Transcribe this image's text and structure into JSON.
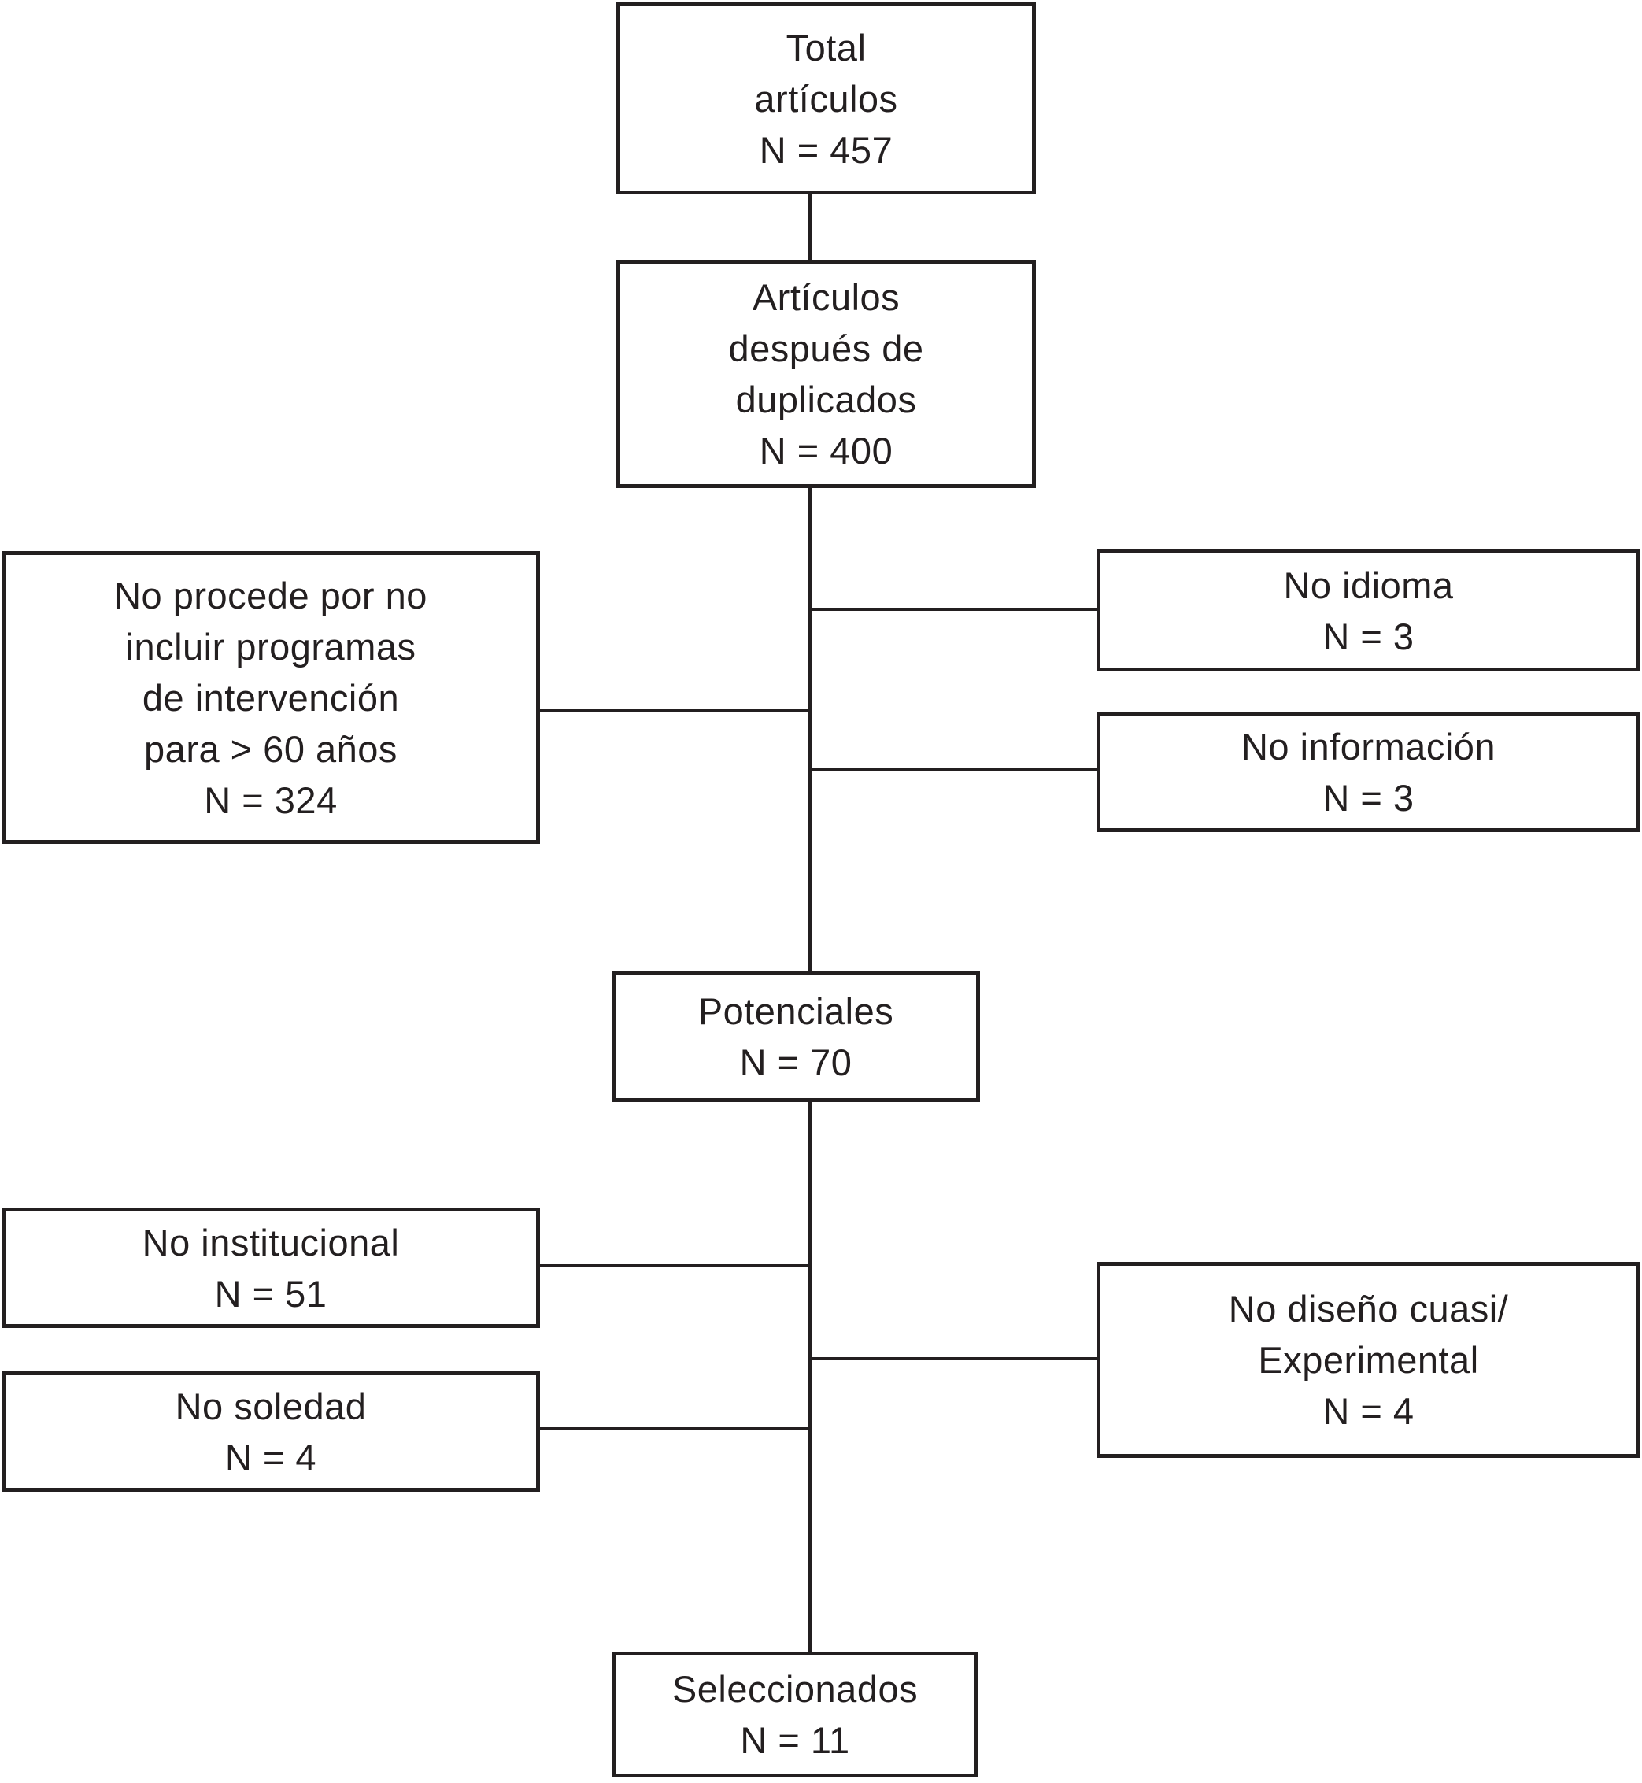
{
  "colors": {
    "ink": "#231f20",
    "background": "#ffffff"
  },
  "boxes": {
    "total": {
      "lines": [
        "Total",
        "artículos",
        "N = 457"
      ]
    },
    "duplicados": {
      "lines": [
        "Artículos",
        "después de",
        "duplicados",
        "N = 400"
      ]
    },
    "no_procede": {
      "lines": [
        "No procede por no",
        "incluir programas",
        "de intervención",
        "para > 60 años",
        "N = 324"
      ]
    },
    "no_idioma": {
      "lines": [
        "No idioma",
        "N = 3"
      ]
    },
    "no_informacion": {
      "lines": [
        "No información",
        "N = 3"
      ]
    },
    "potenciales": {
      "lines": [
        "Potenciales",
        "N = 70"
      ]
    },
    "no_institucional": {
      "lines": [
        "No institucional",
        "N = 51"
      ]
    },
    "no_soledad": {
      "lines": [
        "No soledad",
        "N = 4"
      ]
    },
    "no_diseno": {
      "lines": [
        "No diseño cuasi/",
        "Experimental",
        "N = 4"
      ]
    },
    "seleccionados": {
      "lines": [
        "Seleccionados",
        "N = 11"
      ]
    }
  }
}
